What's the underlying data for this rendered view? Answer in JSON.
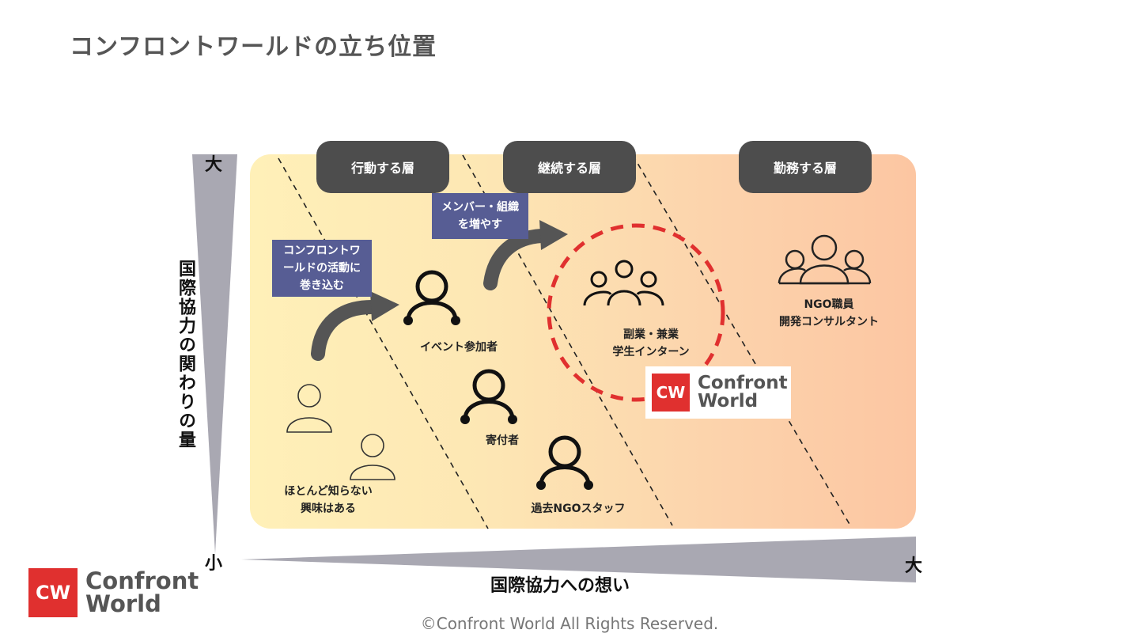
{
  "title": "コンフロントワールドの立ち位置",
  "layers": [
    {
      "label": "行動する層"
    },
    {
      "label": "継続する層"
    },
    {
      "label": "勤務する層"
    }
  ],
  "callouts": {
    "involve": {
      "line1": "コンフロントワ",
      "line2": "ールドの活動に",
      "line3": "巻き込む"
    },
    "grow": {
      "line1": "メンバー・組織",
      "line2": "を増やす"
    }
  },
  "personas": {
    "unaware": {
      "line1": "ほとんど知らない",
      "line2": "興味はある"
    },
    "event": {
      "label": "イベント参加者"
    },
    "donor": {
      "label": "寄付者"
    },
    "alumni": {
      "label": "過去NGOスタッフ"
    },
    "side": {
      "line1": "副業・兼業",
      "line2": "学生インターン"
    },
    "pro": {
      "line1": "NGO職員",
      "line2": "開発コンサルタント"
    }
  },
  "axes": {
    "y_label": "国際協力の関わりの量",
    "y_high": "大",
    "y_low": "小",
    "x_label": "国際協力への想い",
    "x_high": "大"
  },
  "logo": {
    "line1": "Confront",
    "line2": "World",
    "mark": "CW"
  },
  "footer": "©Confront World All Rights Reserved.",
  "colors": {
    "accent_red": "#e0302f",
    "callout_purple": "#575d94",
    "pill_dark": "#4d4d4d",
    "axis_gray": "#a9a8b2"
  }
}
